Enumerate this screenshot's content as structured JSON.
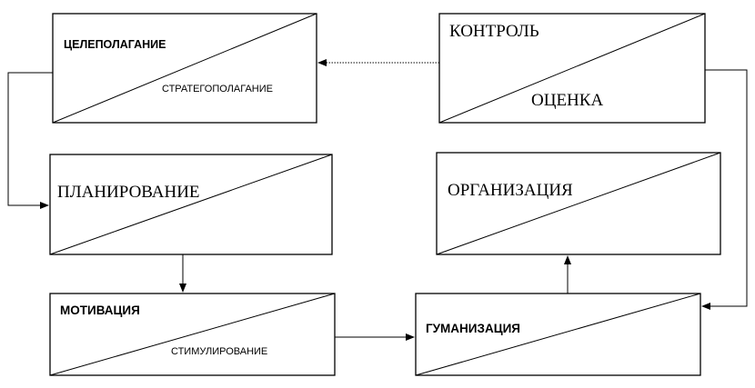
{
  "boxes": {
    "goal_setting": {
      "main": "ЦЕЛЕПОЛАГАНИЕ",
      "sub": "СТРАТЕГОПОЛАГАНИЕ"
    },
    "control": {
      "main": "КОНТРОЛЬ",
      "sub": "ОЦЕНКА"
    },
    "planning": {
      "main": "ПЛАНИРОВАНИЕ"
    },
    "organization": {
      "main": "ОРГАНИЗАЦИЯ"
    },
    "motivation": {
      "main": "МОТИВАЦИЯ",
      "sub": "СТИМУЛИРОВАНИЕ"
    },
    "humanization": {
      "main": "ГУМАНИЗАЦИЯ"
    }
  },
  "connectors": [
    {
      "from": "control",
      "to": "goal_setting",
      "style": "dotted"
    },
    {
      "from": "goal_setting",
      "to": "planning",
      "style": "solid"
    },
    {
      "from": "planning",
      "to": "motivation",
      "style": "solid"
    },
    {
      "from": "motivation",
      "to": "humanization",
      "style": "solid"
    },
    {
      "from": "humanization",
      "to": "organization",
      "style": "solid"
    },
    {
      "from": "control",
      "to": "humanization",
      "style": "solid"
    }
  ]
}
